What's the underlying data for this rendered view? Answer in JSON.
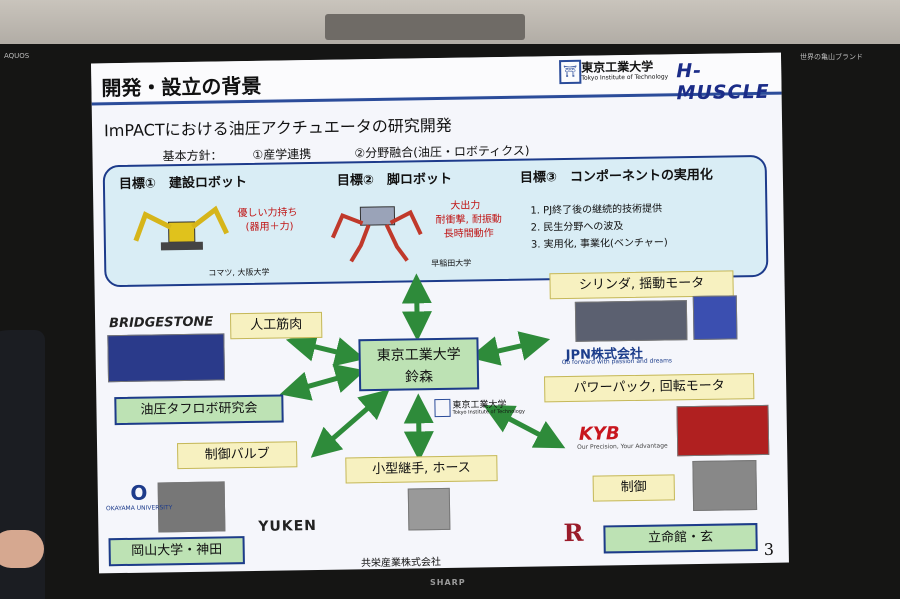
{
  "tv": {
    "brand": "SHARP",
    "left_label": "AQUOS",
    "right_label": "世界の亀山ブランド"
  },
  "slide": {
    "title": "開発・設立の背景",
    "header_logo_name": "東京工業大学",
    "header_logo_en": "Tokyo Institute of Technology",
    "header_brand": "H-MUSCLE",
    "subtitle": "ImPACTにおける油圧アクチュエータの研究開発",
    "policy_label": "基本方針：",
    "policy_1": "①産学連携",
    "policy_2": "②分野融合(油圧・ロボティクス)",
    "goals": {
      "g1_title": "目標①　建設ロボット",
      "g1_red": [
        "優しい力持ち",
        "(器用＋力)"
      ],
      "g1_caption": "コマツ, 大阪大学",
      "g2_title": "目標②　脚ロボット",
      "g2_red": [
        "大出力",
        "耐衝撃, 耐振動",
        "長時間動作"
      ],
      "g2_caption": "早稲田大学",
      "g3_title": "目標③　コンポーネントの実用化",
      "g3_items": [
        "1.  PJ終了後の継続的技術提供",
        "2.  民生分野への波及",
        "3.  実用化, 事業化(ベンチャー)"
      ]
    },
    "center": {
      "line1": "東京工業大学",
      "line2": "鈴森"
    },
    "center_logo_name": "東京工業大学",
    "center_logo_en": "Tokyo Institute of Technology",
    "partners": {
      "artificial_muscle": "人工筋肉",
      "tough_robot": "油圧タフロボ研究会",
      "valve": "制御バルブ",
      "joint": "小型継手, ホース",
      "cylinder": "シリンダ, 揺動モータ",
      "power_pack": "パワーパック, 回転モータ",
      "control": "制御",
      "okayama": "岡山大学・神田",
      "ritsumeikan": "立命館・玄"
    },
    "logos": {
      "bridgestone": "BRIDGESTONE",
      "jpn": "JPN株式会社",
      "jpn_sub": "Go forward with passion and dreams",
      "kyb": "KYB",
      "kyb_sub": "Our Precision, Your Advantage",
      "yuken": "YUKEN",
      "okayama_en": "OKAYAMA UNIVERSITY",
      "ritsumeikan": "R",
      "kyoei": "共栄産業株式会社"
    },
    "page_number": "3"
  }
}
